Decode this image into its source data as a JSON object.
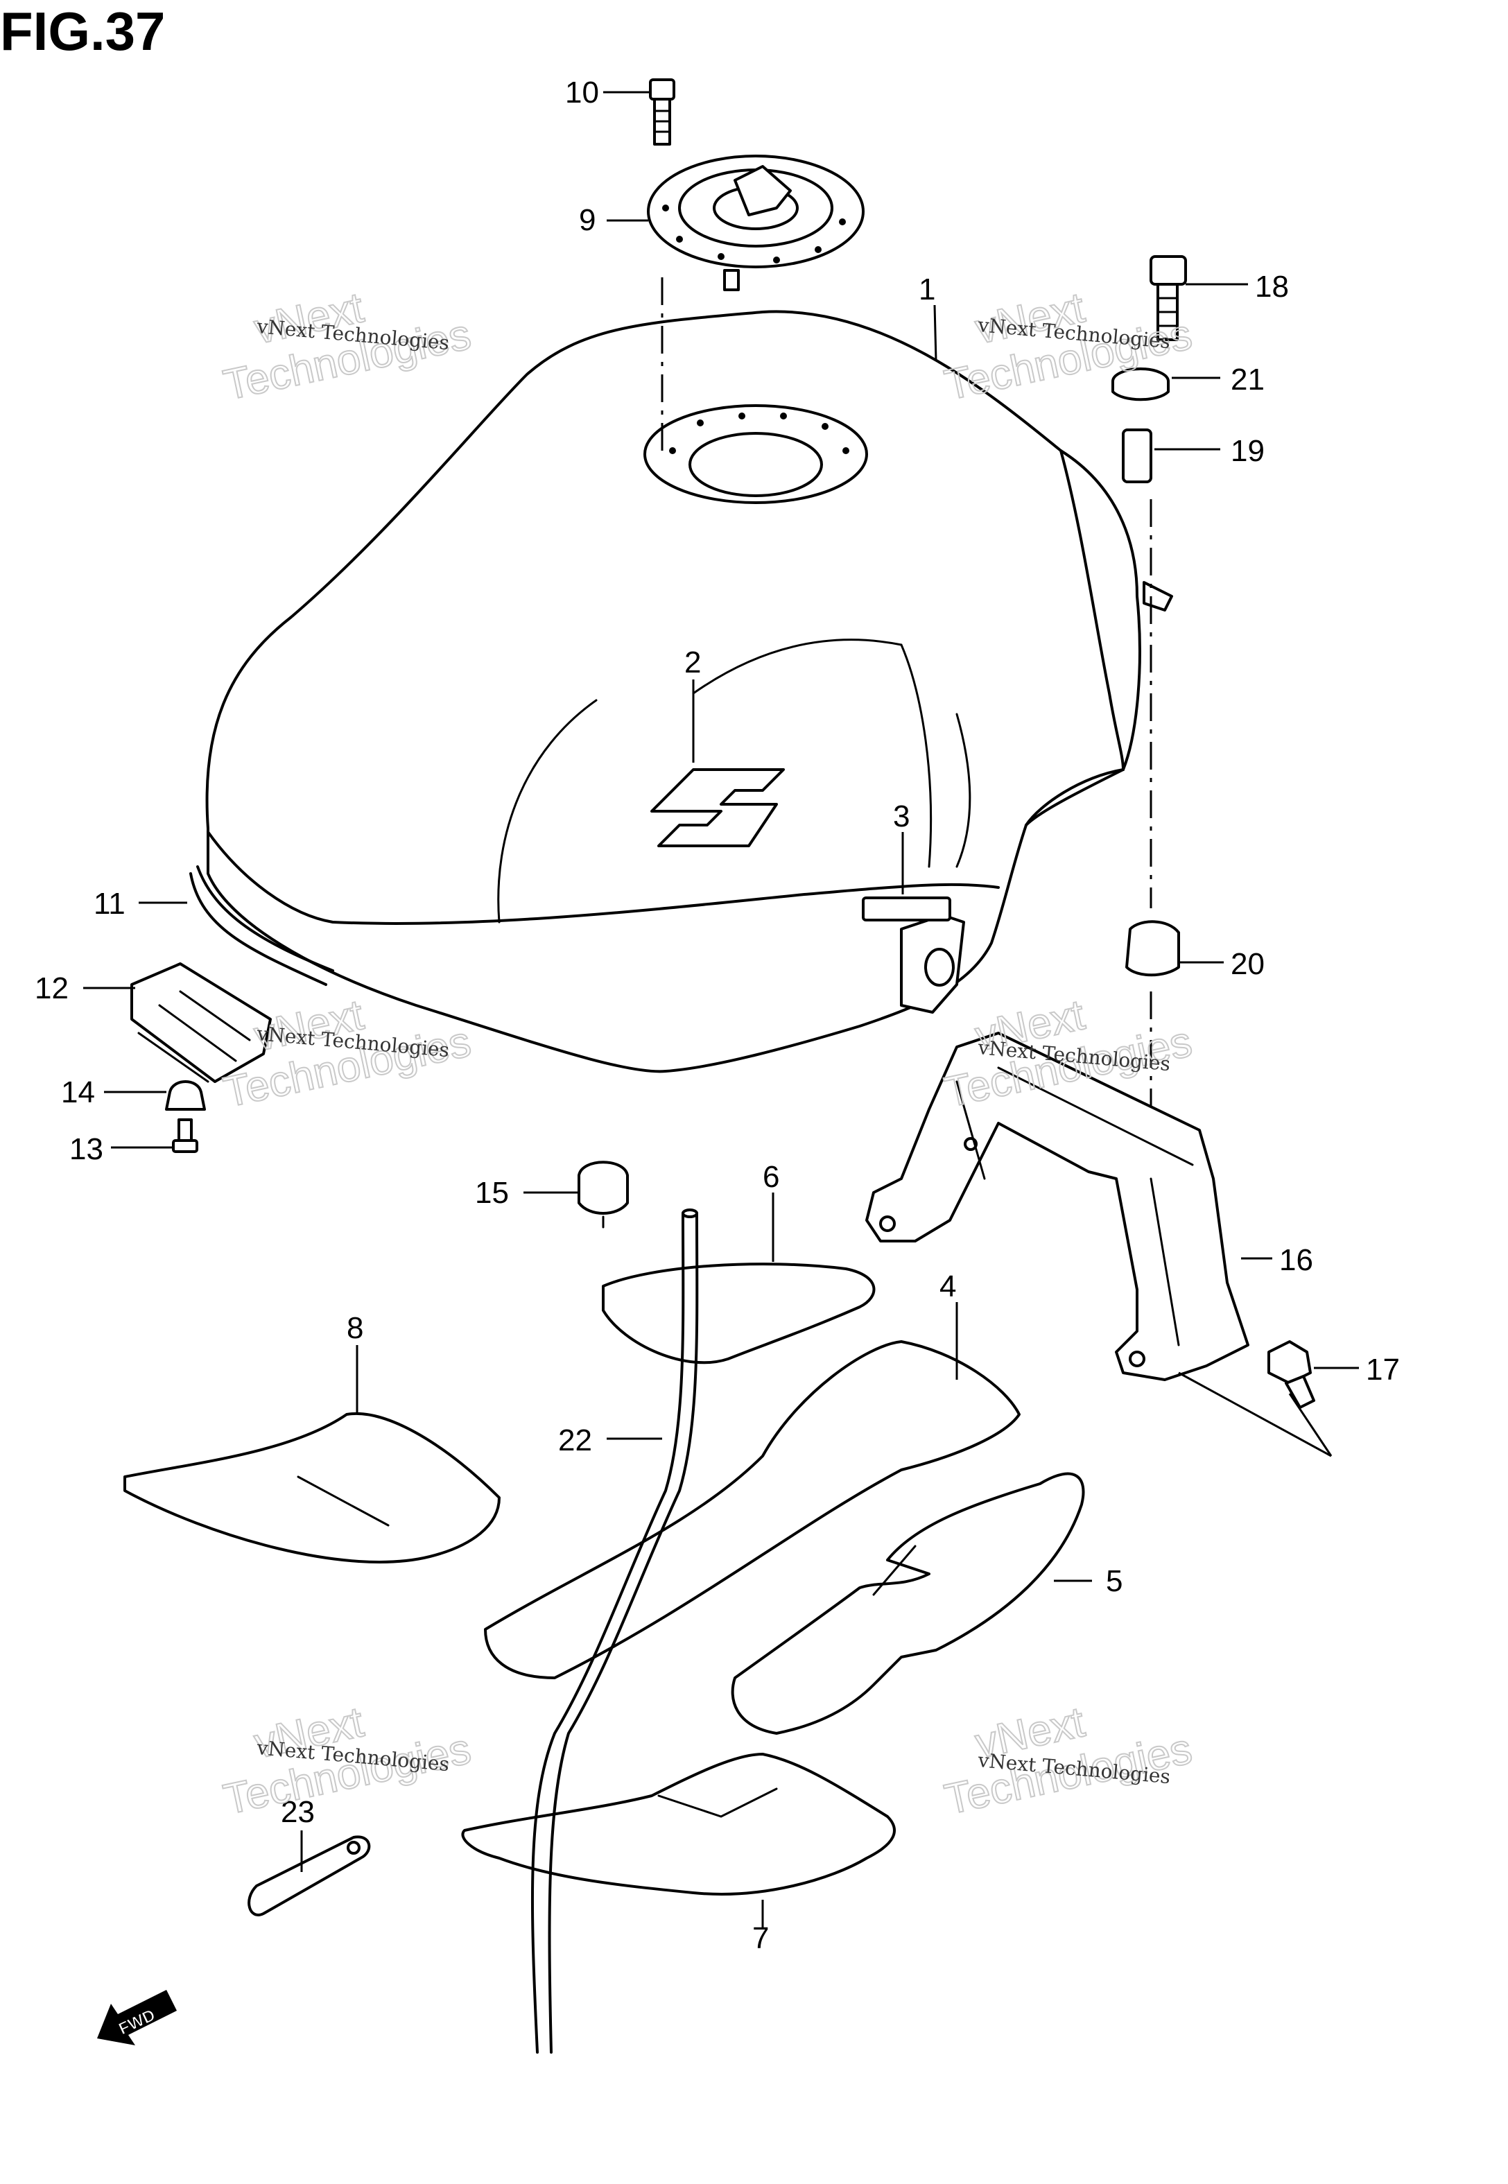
{
  "figure_title": "FIG.37",
  "watermark": {
    "primary": "vNext Technologies",
    "overlay_line1": "vNext",
    "overlay_line2": "Technologies"
  },
  "fwd_label": "FWD",
  "callouts": {
    "c1": "1",
    "c2": "2",
    "c3": "3",
    "c4": "4",
    "c5": "5",
    "c6": "6",
    "c7": "7",
    "c8": "8",
    "c9": "9",
    "c10": "10",
    "c11": "11",
    "c12": "12",
    "c13": "13",
    "c14": "14",
    "c15": "15",
    "c16": "16",
    "c17": "17",
    "c18": "18",
    "c19": "19",
    "c20": "20",
    "c21": "21",
    "c22": "22",
    "c23": "23"
  }
}
